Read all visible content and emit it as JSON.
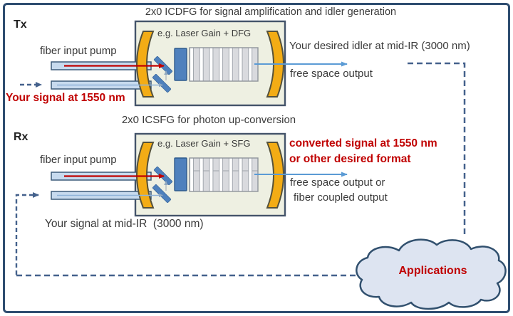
{
  "tx": {
    "section_label": "Tx",
    "title": "2x0 ICDFG for signal amplification and idler generation",
    "fiber_label": "fiber input pump",
    "input_signal_label": "Your signal at 1550 nm",
    "module_label": "e.g. Laser Gain + DFG",
    "idler_label": "Your desired idler at mid-IR (3000 nm)",
    "output_label": "free space output"
  },
  "rx": {
    "section_label": "Rx",
    "title": "2x0 ICSFG for photon up-conversion",
    "fiber_label": "fiber input pump",
    "module_label": "e.g. Laser Gain + SFG",
    "converted_label_line1": "converted signal at 1550 nm",
    "converted_label_line2": "or other desired format",
    "output_label_line1": "free space output or",
    "output_label_line2": "fiber coupled output",
    "input_signal_label": "Your signal at mid-IR  (3000 nm)"
  },
  "cloud": {
    "label": "Applications"
  },
  "colors": {
    "frame_border": "#2e4d70",
    "module_fill": "#eef0e2",
    "module_border": "#44546a",
    "mirror_fill": "#f3ac15",
    "mirror_border": "#55513a",
    "gain_fill": "#4f81bd",
    "fold_mirror_fill": "#4f81bd",
    "crystal_bar_fill": "#d9dade",
    "fiber_fill": "#c7daee",
    "fiber_border": "#3c5a78",
    "pump_arrow": "#c00000",
    "output_arrow": "#5b9bd5",
    "dashed_path": "#44618c",
    "cloud_fill": "#dde4f1",
    "cloud_border": "#31506e",
    "text_dark": "#3a3a3a",
    "text_red": "#c00000"
  }
}
